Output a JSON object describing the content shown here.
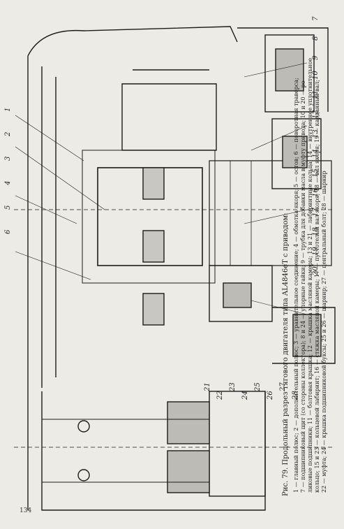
{
  "page": {
    "number": "134"
  },
  "caption": {
    "title": "Рис. 79. Продольный разрез тягового двигателя типа AL4846eT с приводом:",
    "legend_lines": [
      "1 — главный полюс; 2 — дополнительный полюс; 3 — уравнительное соединение; 4 — обмотка якоря; 5 — остов; 6 — поворотная траверса;",
      "7 — подшипниковый щит (со стороны коллектора); 8 и 24 — упорные гайки; 9 — трубка для добавки масла в муфту привода; 10 и 20 — ро-",
      "ликовые подшипники; 11 — болтовая крышка; 12 — крышка масляной камеры; 13 и 21 — лабиринтные кольца; 14 — внутреннее уплотнительное",
      "кольцо; 15 и 23 — кольцевой лабиринт; 16 — стяжка масляной камеры; 17 — пустотелый вал якоря; 18 — вал якоря; 19 — карданный вал;",
      "22 — муфта; 24 — крышка подшипниковой буксы; 25 и 26 — шарнир; 27 — центральный болт; 28 — шарнир"
    ]
  },
  "drawing": {
    "callouts": [
      "1",
      "2",
      "3",
      "4",
      "5",
      "6",
      "7",
      "8",
      "9",
      "10",
      "11",
      "12",
      "13",
      "14",
      "15",
      "16",
      "17",
      "18",
      "19",
      "20",
      "21",
      "22",
      "23",
      "24",
      "25",
      "26",
      "27",
      "28"
    ]
  }
}
